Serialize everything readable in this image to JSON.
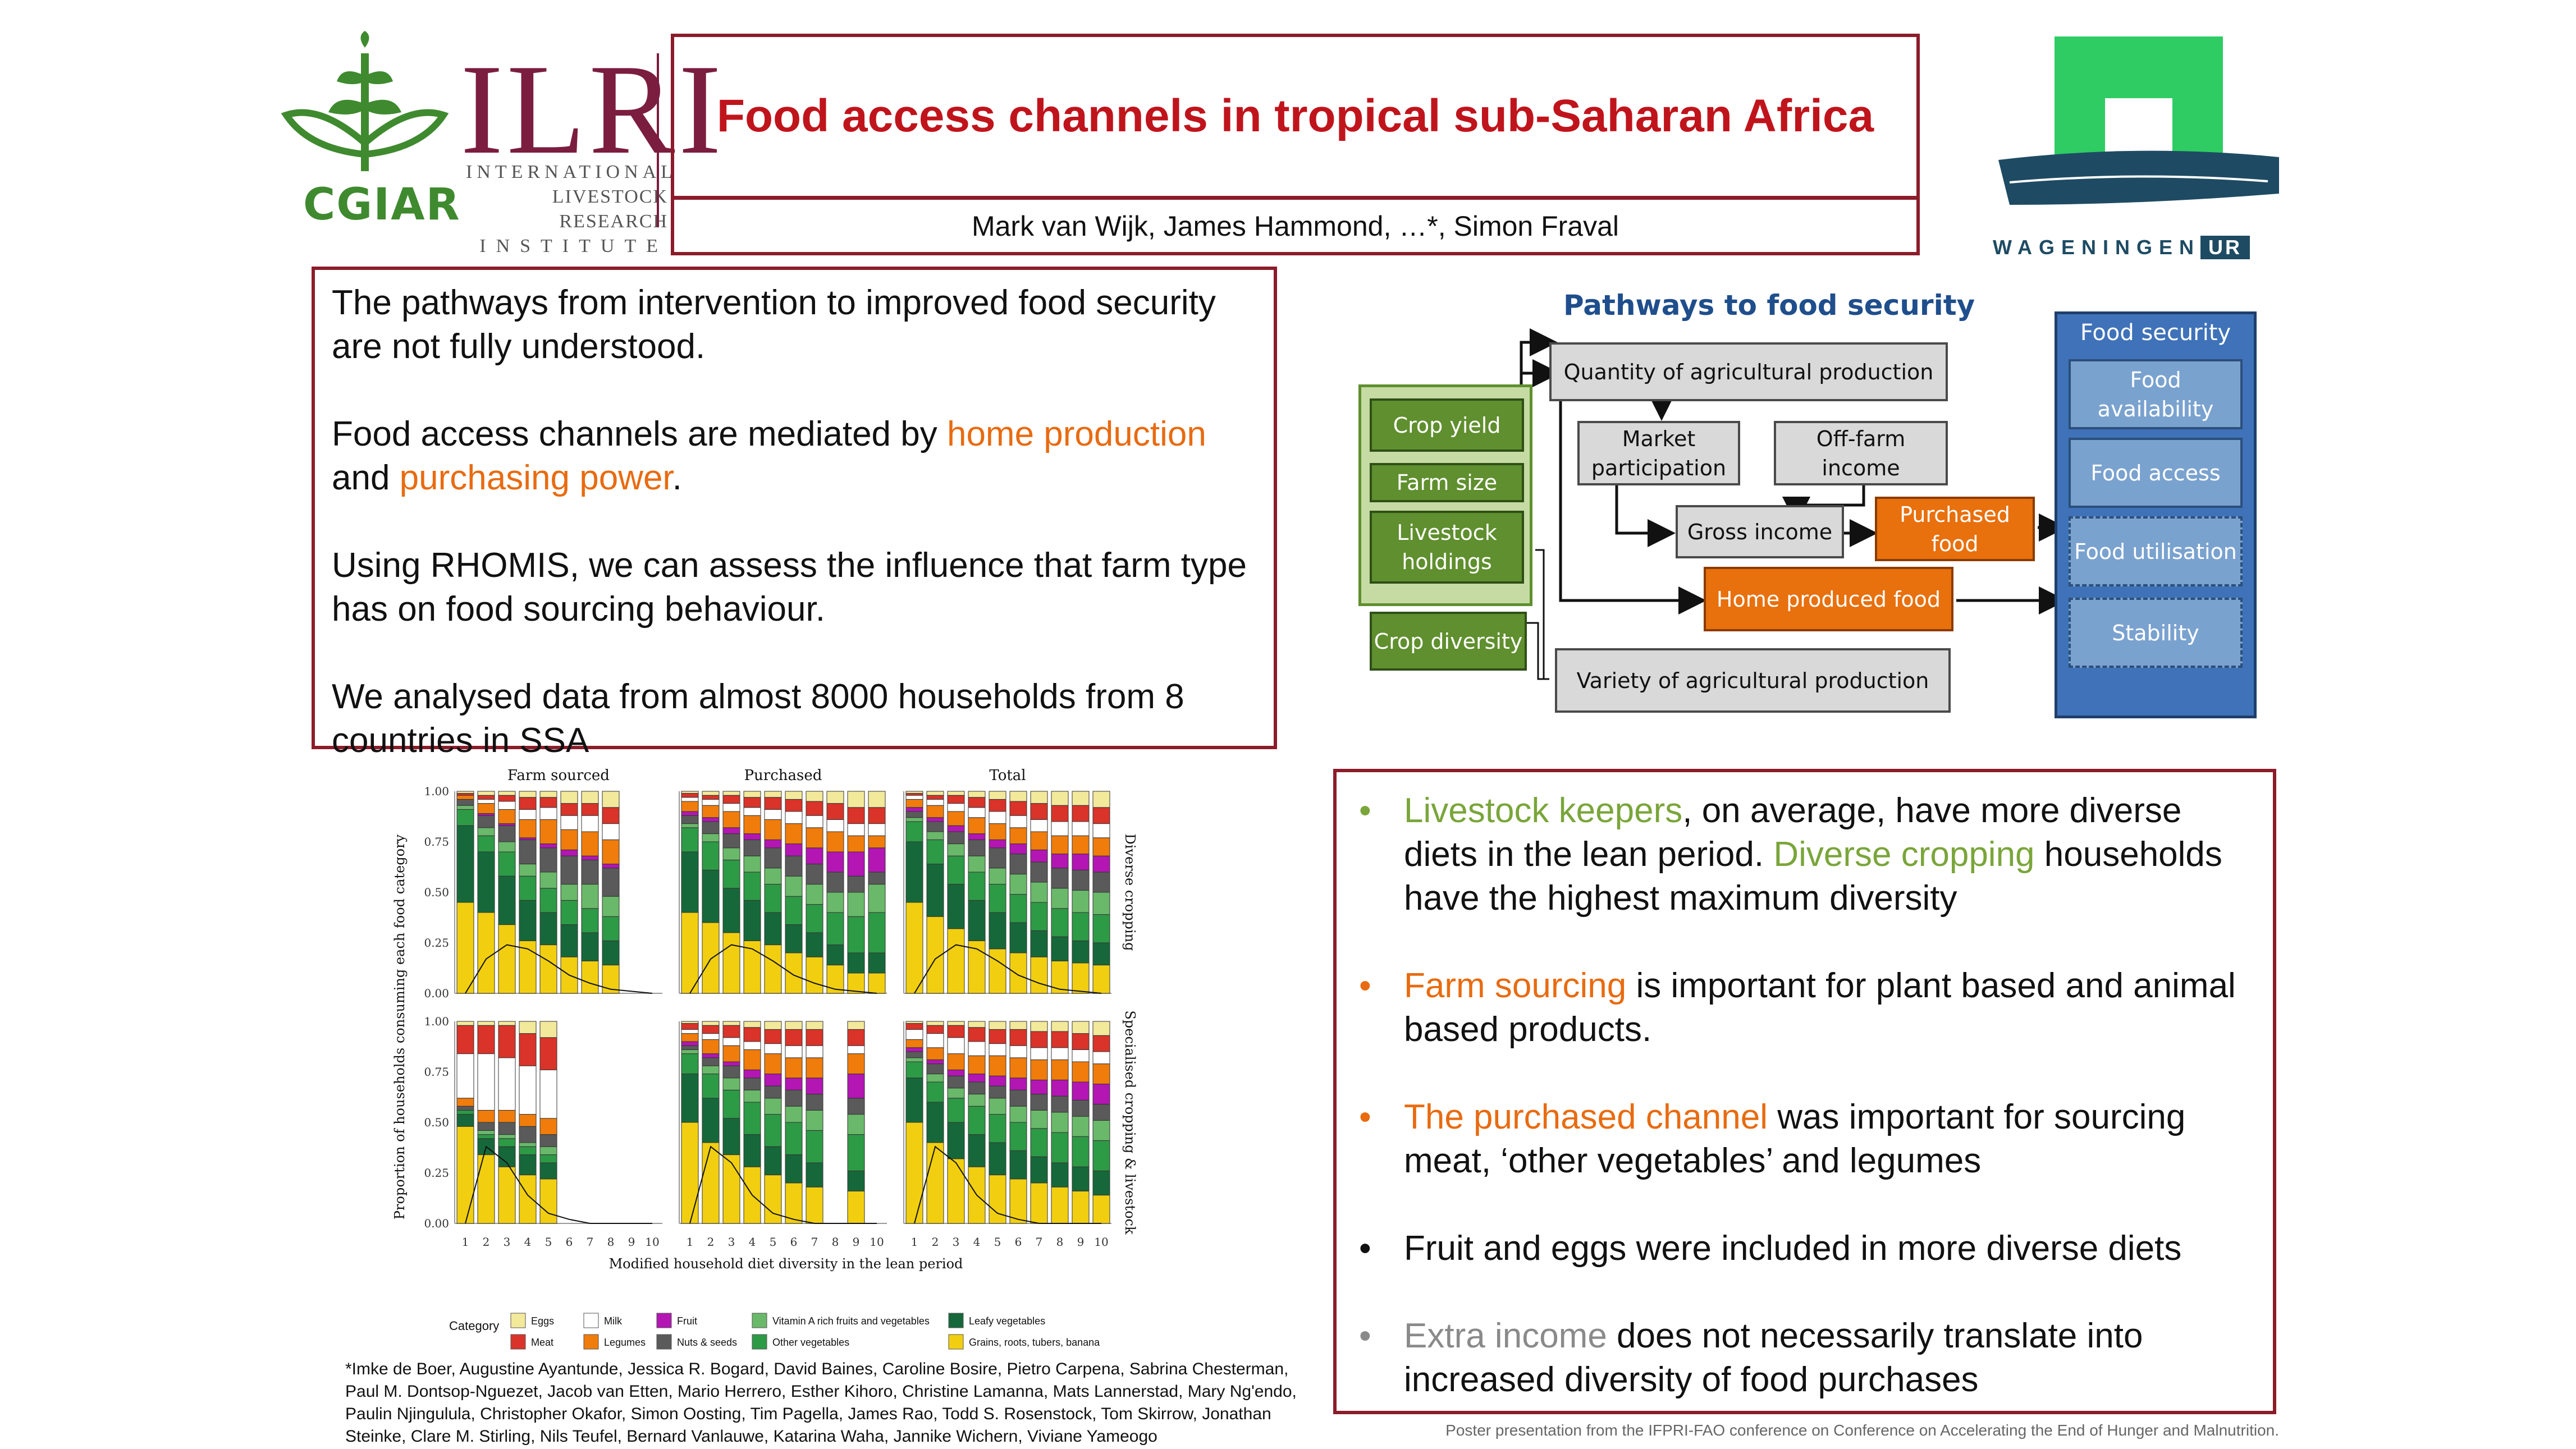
{
  "logos": {
    "cgiar": "CGIAR",
    "ilri": "ILRI",
    "ilri_lines": [
      "INTERNATIONAL",
      "LIVESTOCK RESEARCH",
      "INSTITUTE"
    ],
    "wageningen": "WAGENINGEN",
    "wageningen_ur": "UR"
  },
  "header": {
    "title": "Food access channels in tropical sub-Saharan Africa",
    "authors": "Mark van Wijk, James Hammond, …*, Simon Fraval"
  },
  "intro": {
    "p1": "The pathways from intervention to improved food security are not fully understood.",
    "p2_a": "Food access channels are mediated by ",
    "p2_b": "home production",
    "p2_c": " and ",
    "p2_d": "purchasing power",
    "p2_e": ".",
    "p3": "Using RHOMIS, we can assess the influence that farm type has on food sourcing behaviour.",
    "p4": "We analysed data from almost 8000 households from 8 countries in SSA"
  },
  "diagram": {
    "title": "Pathways to food security",
    "crop_yield": "Crop yield",
    "farm_size": "Farm size",
    "livestock": "Livestock holdings",
    "crop_diversity": "Crop diversity",
    "quantity": "Quantity of agricultural production",
    "market": "Market participation",
    "offfarm": "Off-farm income",
    "gross": "Gross income",
    "purchased": "Purchased food",
    "home": "Home produced food",
    "variety": "Variety of agricultural production",
    "security": "Food security",
    "availability": "Food availability",
    "access": "Food access",
    "utilisation": "Food utilisation",
    "stability": "Stability"
  },
  "colors": {
    "eggs": "#f3e99a",
    "meat": "#d9332a",
    "milk": "#ffffff",
    "legumes": "#f07c0c",
    "fruit": "#b316b3",
    "nuts": "#5a5a5a",
    "vitA": "#6ab86a",
    "other_veg": "#2d9a46",
    "leafy": "#16683a",
    "grains": "#f1cf10"
  },
  "chart_data": {
    "type": "bar",
    "stacked": true,
    "panels": [
      "Farm sourced",
      "Purchased",
      "Total"
    ],
    "rows": [
      "Diverse cropping",
      "Specialised cropping & livestock"
    ],
    "categories": [
      "1",
      "2",
      "3",
      "4",
      "5",
      "6",
      "7",
      "8",
      "9",
      "10"
    ],
    "xlabel": "Modified household diet diversity in the lean period",
    "ylabel": "Proportion of households consuming each food category",
    "yticks": [
      "0.00",
      "0.25",
      "0.50",
      "0.75",
      "1.00"
    ],
    "ylim": [
      0,
      1
    ],
    "legend_title": "Category",
    "legend": [
      {
        "key": "eggs",
        "label": "Eggs"
      },
      {
        "key": "milk",
        "label": "Milk"
      },
      {
        "key": "fruit",
        "label": "Fruit"
      },
      {
        "key": "vitA",
        "label": "Vitamin A rich fruits and vegetables"
      },
      {
        "key": "leafy",
        "label": "Leafy vegetables"
      },
      {
        "key": "meat",
        "label": "Meat"
      },
      {
        "key": "legumes",
        "label": "Legumes"
      },
      {
        "key": "nuts",
        "label": "Nuts & seeds"
      },
      {
        "key": "other_veg",
        "label": "Other vegetables"
      },
      {
        "key": "grains",
        "label": "Grains, roots, tubers, banana"
      }
    ],
    "stack_order": [
      "grains",
      "leafy",
      "other_veg",
      "vitA",
      "nuts",
      "fruit",
      "legumes",
      "milk",
      "meat",
      "eggs"
    ],
    "series_data": {
      "r0p0": [
        [
          0.45,
          0.38,
          0.08,
          0.02,
          0.03,
          0.0,
          0.02,
          0.0,
          0.01,
          0.01
        ],
        [
          0.4,
          0.3,
          0.08,
          0.04,
          0.06,
          0.01,
          0.05,
          0.02,
          0.02,
          0.02
        ],
        [
          0.34,
          0.24,
          0.12,
          0.05,
          0.08,
          0.01,
          0.07,
          0.04,
          0.03,
          0.02
        ],
        [
          0.26,
          0.2,
          0.12,
          0.06,
          0.12,
          0.01,
          0.09,
          0.05,
          0.06,
          0.03
        ],
        [
          0.24,
          0.16,
          0.12,
          0.08,
          0.12,
          0.02,
          0.12,
          0.06,
          0.05,
          0.03
        ],
        [
          0.18,
          0.16,
          0.12,
          0.08,
          0.14,
          0.03,
          0.1,
          0.07,
          0.06,
          0.06
        ],
        [
          0.16,
          0.14,
          0.12,
          0.12,
          0.12,
          0.02,
          0.12,
          0.08,
          0.06,
          0.06
        ],
        [
          0.14,
          0.12,
          0.12,
          0.1,
          0.14,
          0.02,
          0.12,
          0.08,
          0.08,
          0.08
        ],
        [
          0,
          0,
          0,
          0,
          0,
          0,
          0,
          0,
          0,
          0
        ],
        [
          0,
          0,
          0,
          0,
          0,
          0,
          0,
          0,
          0,
          0
        ]
      ],
      "r0p1": [
        [
          0.4,
          0.3,
          0.12,
          0.02,
          0.04,
          0.02,
          0.05,
          0.02,
          0.02,
          0.01
        ],
        [
          0.35,
          0.26,
          0.14,
          0.04,
          0.06,
          0.02,
          0.06,
          0.03,
          0.02,
          0.02
        ],
        [
          0.3,
          0.22,
          0.14,
          0.06,
          0.07,
          0.03,
          0.08,
          0.04,
          0.04,
          0.02
        ],
        [
          0.26,
          0.2,
          0.14,
          0.08,
          0.08,
          0.03,
          0.09,
          0.04,
          0.05,
          0.03
        ],
        [
          0.24,
          0.16,
          0.14,
          0.08,
          0.1,
          0.04,
          0.1,
          0.05,
          0.06,
          0.03
        ],
        [
          0.2,
          0.14,
          0.14,
          0.1,
          0.1,
          0.06,
          0.1,
          0.06,
          0.06,
          0.04
        ],
        [
          0.18,
          0.12,
          0.14,
          0.1,
          0.1,
          0.08,
          0.1,
          0.06,
          0.07,
          0.05
        ],
        [
          0.14,
          0.1,
          0.16,
          0.1,
          0.1,
          0.1,
          0.1,
          0.06,
          0.08,
          0.06
        ],
        [
          0.1,
          0.1,
          0.18,
          0.12,
          0.08,
          0.12,
          0.08,
          0.06,
          0.08,
          0.08
        ],
        [
          0.1,
          0.1,
          0.2,
          0.14,
          0.06,
          0.12,
          0.06,
          0.06,
          0.08,
          0.08
        ]
      ],
      "r0p2": [
        [
          0.45,
          0.3,
          0.1,
          0.02,
          0.03,
          0.02,
          0.04,
          0.02,
          0.01,
          0.01
        ],
        [
          0.38,
          0.26,
          0.12,
          0.04,
          0.05,
          0.02,
          0.06,
          0.03,
          0.02,
          0.02
        ],
        [
          0.32,
          0.22,
          0.14,
          0.06,
          0.06,
          0.03,
          0.07,
          0.04,
          0.04,
          0.02
        ],
        [
          0.26,
          0.2,
          0.14,
          0.08,
          0.08,
          0.03,
          0.08,
          0.05,
          0.05,
          0.03
        ],
        [
          0.22,
          0.18,
          0.14,
          0.08,
          0.1,
          0.04,
          0.08,
          0.06,
          0.06,
          0.04
        ],
        [
          0.2,
          0.15,
          0.14,
          0.1,
          0.1,
          0.05,
          0.08,
          0.06,
          0.07,
          0.05
        ],
        [
          0.18,
          0.13,
          0.14,
          0.1,
          0.1,
          0.06,
          0.09,
          0.06,
          0.08,
          0.06
        ],
        [
          0.16,
          0.12,
          0.14,
          0.1,
          0.1,
          0.07,
          0.09,
          0.07,
          0.08,
          0.07
        ],
        [
          0.15,
          0.11,
          0.14,
          0.11,
          0.1,
          0.08,
          0.09,
          0.07,
          0.08,
          0.07
        ],
        [
          0.14,
          0.11,
          0.14,
          0.11,
          0.1,
          0.08,
          0.09,
          0.07,
          0.08,
          0.08
        ]
      ],
      "r1p0": [
        [
          0.48,
          0.06,
          0.02,
          0.0,
          0.02,
          0.0,
          0.04,
          0.22,
          0.14,
          0.02
        ],
        [
          0.34,
          0.08,
          0.02,
          0.02,
          0.04,
          0.0,
          0.06,
          0.28,
          0.14,
          0.02
        ],
        [
          0.28,
          0.1,
          0.04,
          0.02,
          0.06,
          0.0,
          0.06,
          0.26,
          0.16,
          0.02
        ],
        [
          0.24,
          0.1,
          0.04,
          0.02,
          0.08,
          0.0,
          0.06,
          0.24,
          0.16,
          0.06
        ],
        [
          0.22,
          0.08,
          0.04,
          0.04,
          0.06,
          0.0,
          0.08,
          0.24,
          0.16,
          0.08
        ],
        [
          0,
          0,
          0,
          0,
          0,
          0,
          0,
          0,
          0,
          0
        ],
        [
          0,
          0,
          0,
          0,
          0,
          0,
          0,
          0,
          0,
          0
        ],
        [
          0,
          0,
          0,
          0,
          0,
          0,
          0,
          0,
          0,
          0
        ],
        [
          0,
          0,
          0,
          0,
          0,
          0,
          0,
          0,
          0,
          0
        ],
        [
          0,
          0,
          0,
          0,
          0,
          0,
          0,
          0,
          0,
          0
        ]
      ],
      "r1p1": [
        [
          0.5,
          0.24,
          0.1,
          0.02,
          0.02,
          0.02,
          0.04,
          0.02,
          0.03,
          0.01
        ],
        [
          0.4,
          0.22,
          0.12,
          0.04,
          0.04,
          0.02,
          0.07,
          0.03,
          0.04,
          0.02
        ],
        [
          0.34,
          0.18,
          0.14,
          0.06,
          0.06,
          0.02,
          0.08,
          0.04,
          0.06,
          0.02
        ],
        [
          0.28,
          0.16,
          0.16,
          0.06,
          0.06,
          0.04,
          0.1,
          0.04,
          0.07,
          0.03
        ],
        [
          0.24,
          0.14,
          0.16,
          0.08,
          0.06,
          0.06,
          0.1,
          0.05,
          0.07,
          0.04
        ],
        [
          0.2,
          0.14,
          0.16,
          0.08,
          0.08,
          0.06,
          0.1,
          0.06,
          0.08,
          0.04
        ],
        [
          0.18,
          0.12,
          0.16,
          0.1,
          0.08,
          0.08,
          0.1,
          0.06,
          0.08,
          0.04
        ],
        [
          0,
          0,
          0,
          0,
          0,
          0,
          0,
          0,
          0,
          0
        ],
        [
          0.16,
          0.1,
          0.18,
          0.1,
          0.08,
          0.12,
          0.1,
          0.04,
          0.08,
          0.04
        ],
        [
          0,
          0,
          0,
          0,
          0,
          0,
          0,
          0,
          0,
          0
        ]
      ],
      "r1p2": [
        [
          0.5,
          0.22,
          0.08,
          0.02,
          0.03,
          0.02,
          0.04,
          0.05,
          0.03,
          0.01
        ],
        [
          0.4,
          0.2,
          0.1,
          0.04,
          0.05,
          0.02,
          0.06,
          0.07,
          0.04,
          0.02
        ],
        [
          0.32,
          0.18,
          0.12,
          0.05,
          0.06,
          0.03,
          0.08,
          0.08,
          0.06,
          0.02
        ],
        [
          0.28,
          0.16,
          0.14,
          0.06,
          0.06,
          0.04,
          0.09,
          0.07,
          0.07,
          0.03
        ],
        [
          0.24,
          0.16,
          0.14,
          0.08,
          0.06,
          0.05,
          0.1,
          0.06,
          0.07,
          0.04
        ],
        [
          0.22,
          0.14,
          0.14,
          0.08,
          0.08,
          0.06,
          0.1,
          0.06,
          0.08,
          0.04
        ],
        [
          0.2,
          0.13,
          0.14,
          0.09,
          0.08,
          0.07,
          0.1,
          0.06,
          0.08,
          0.05
        ],
        [
          0.18,
          0.12,
          0.15,
          0.1,
          0.08,
          0.08,
          0.1,
          0.06,
          0.08,
          0.05
        ],
        [
          0.16,
          0.12,
          0.15,
          0.1,
          0.08,
          0.09,
          0.1,
          0.06,
          0.08,
          0.06
        ],
        [
          0.14,
          0.12,
          0.15,
          0.1,
          0.08,
          0.1,
          0.1,
          0.06,
          0.08,
          0.07
        ]
      ]
    },
    "density": {
      "r0": [
        0.0,
        0.17,
        0.24,
        0.22,
        0.16,
        0.09,
        0.05,
        0.02,
        0.01,
        0.0
      ],
      "r1": [
        0.0,
        0.38,
        0.3,
        0.14,
        0.05,
        0.02,
        0.0,
        0.0,
        0.0,
        0.0
      ]
    }
  },
  "findings": {
    "f1_a": "Livestock keepers",
    "f1_b": ", on average, have more diverse diets in the lean period. ",
    "f1_c": "Diverse cropping",
    "f1_d": " households have the highest maximum diversity",
    "f2_a": "Farm sourcing",
    "f2_b": " is important for plant based and animal based products.",
    "f3_a": "The purchased channel",
    "f3_b": " was important for sourcing meat, ‘other vegetables’ and legumes",
    "f4": "Fruit and eggs were included in more diverse diets",
    "f5_a": "Extra income",
    "f5_b": " does not necessarily translate into increased diversity of food purchases",
    "bullet": "•"
  },
  "footnote": "*Imke de Boer, Augustine Ayantunde, Jessica R. Bogard, David Baines, Caroline Bosire, Pietro Carpena, Sabrina Chesterman, Paul M. Dontsop-Nguezet, Jacob van Etten, Mario Herrero, Esther Kihoro, Christine Lamanna, Mats Lannerstad, Mary Ng'endo, Paulin Njingulula, Christopher Okafor, Simon Oosting, Tim Pagella, James Rao, Todd S. Rosenstock, Tom Skirrow, Jonathan Steinke, Clare M. Stirling, Nils Teufel, Bernard Vanlauwe, Katarina Waha, Jannike Wichern, Viviane Yameogo",
  "credit": "Poster presentation from the IFPRI-FAO conference on Conference on Accelerating the End of Hunger and Malnutrition."
}
